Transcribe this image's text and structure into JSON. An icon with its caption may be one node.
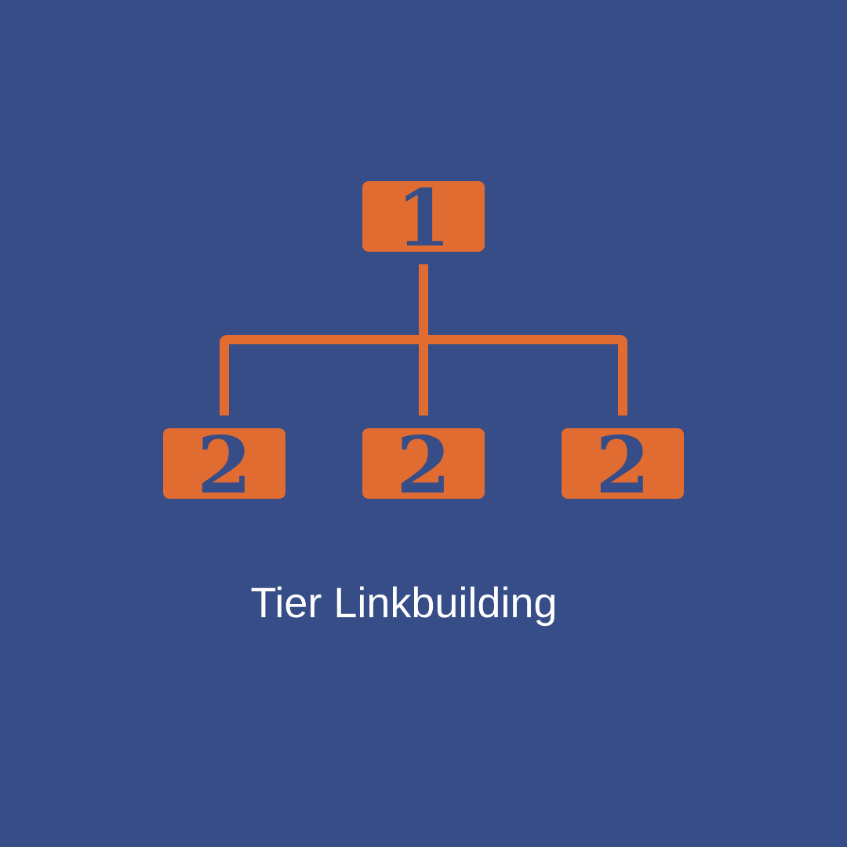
{
  "diagram": {
    "title": "Tier Linkbuilding",
    "nodes": [
      {
        "text": [
          "1"
        ]
      },
      {
        "text": [
          "2"
        ]
      },
      {
        "text": [
          "2"
        ]
      },
      {
        "text": [
          "2"
        ]
      }
    ],
    "edges": [
      {
        "from": 0,
        "to": 1,
        "arrow": "none"
      },
      {
        "from": 0,
        "to": 2,
        "arrow": "none"
      },
      {
        "from": 0,
        "to": 3,
        "arrow": "none"
      }
    ]
  }
}
